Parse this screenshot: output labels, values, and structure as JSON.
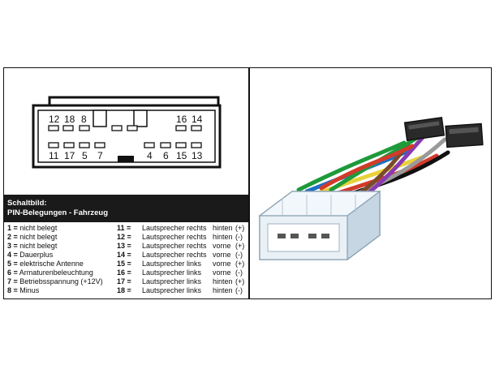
{
  "diagram": {
    "top_pins": [
      "12",
      "18",
      "8",
      "16",
      "14"
    ],
    "bottom_pins": [
      "11",
      "17",
      "5",
      "7",
      "4",
      "6",
      "15",
      "13"
    ]
  },
  "header": {
    "title": "Schaltbild:",
    "subtitle": "PIN-Belegungen - Fahrzeug"
  },
  "pins_left": [
    {
      "num": "1 =",
      "label": "nicht belegt"
    },
    {
      "num": "2 =",
      "label": "nicht belegt"
    },
    {
      "num": "3 =",
      "label": "nicht belegt"
    },
    {
      "num": "4 =",
      "label": "Dauerplus"
    },
    {
      "num": "5 =",
      "label": "elektrische Antenne"
    },
    {
      "num": "6 =",
      "label": "Armaturenbeleuchtung"
    },
    {
      "num": "7 =",
      "label": "Betriebsspannung (+12V)"
    },
    {
      "num": "8 =",
      "label": "Minus"
    }
  ],
  "pins_right": [
    {
      "num": "11 =",
      "label": "Lautsprecher",
      "side": "rechts",
      "pos": "hinten",
      "pol": "(+)"
    },
    {
      "num": "12 =",
      "label": "Lautsprecher",
      "side": "rechts",
      "pos": "hinten",
      "pol": "(-)"
    },
    {
      "num": "13 =",
      "label": "Lautsprecher",
      "side": "rechts",
      "pos": "vorne",
      "pol": "(+)"
    },
    {
      "num": "14 =",
      "label": "Lautsprecher",
      "side": "rechts",
      "pos": "vorne",
      "pol": "(-)"
    },
    {
      "num": "15 =",
      "label": "Lautsprecher",
      "side": "links",
      "pos": "vorne",
      "pol": "(+)"
    },
    {
      "num": "16 =",
      "label": "Lautsprecher",
      "side": "links",
      "pos": "vorne",
      "pol": "(-)"
    },
    {
      "num": "17 =",
      "label": "Lautsprecher",
      "side": "links",
      "pos": "hinten",
      "pol": "(+)"
    },
    {
      "num": "18 =",
      "label": "Lautsprecher",
      "side": "links",
      "pos": "hinten",
      "pol": "(-)"
    }
  ],
  "photo": {
    "wire_colors": [
      "#1f9a3a",
      "#1f6fc4",
      "#e8d23a",
      "#d23a2a",
      "#111111",
      "#9a9a9a",
      "#7a4a2a",
      "#8a3ab0"
    ]
  }
}
